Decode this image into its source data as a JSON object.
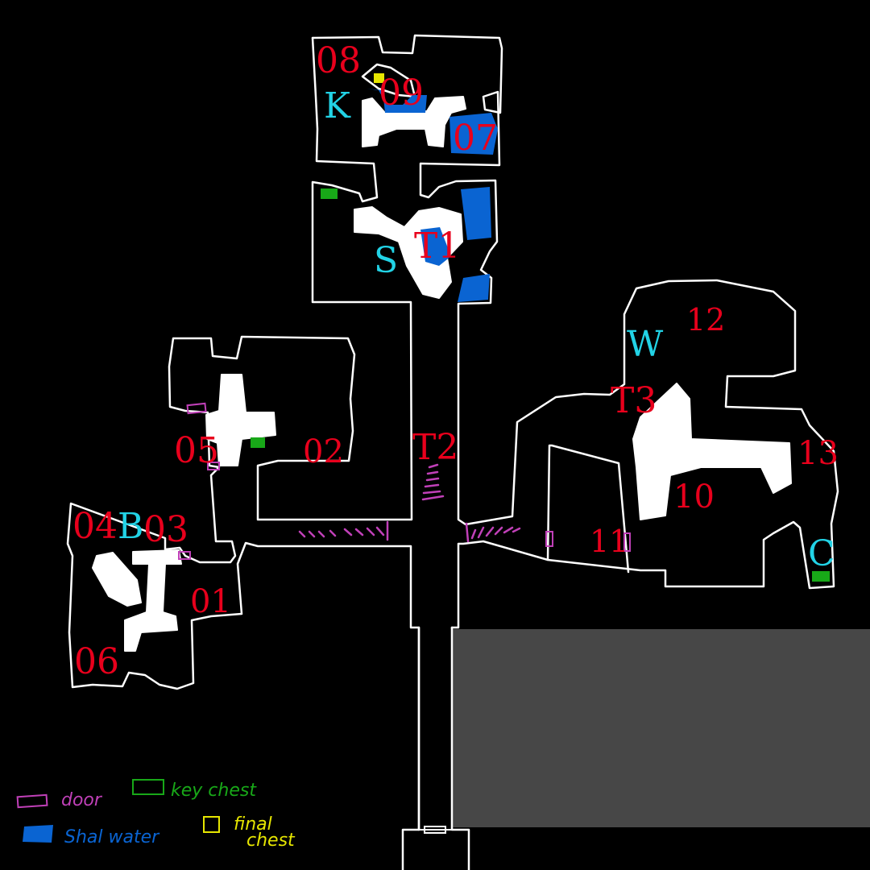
{
  "colors": {
    "background": "#000000",
    "wall": "#ffffff",
    "room_number": "#e8001c",
    "marker": "#22d3e6",
    "door": "#c040b8",
    "key_chest": "#18a818",
    "shallow_water": "#0a64d2",
    "final_chest": "#e6e600",
    "unexplored": "#474747"
  },
  "rooms": {
    "r01": "01",
    "r02": "02",
    "r03": "03",
    "r04": "04",
    "r05": "05",
    "r06": "06",
    "r07": "07",
    "r08": "08",
    "r09": "09",
    "r10": "10",
    "r11": "11",
    "r12": "12",
    "r13": "13",
    "t1": "T1",
    "t2": "T2",
    "t3": "T3"
  },
  "markers": {
    "k": "K",
    "s": "S",
    "b": "B",
    "w": "W",
    "c": "C"
  },
  "legend": {
    "door": "door",
    "key_chest": "key chest",
    "shallow_water": "Shal water",
    "final_chest_line1": "final",
    "final_chest_line2": "chest"
  }
}
